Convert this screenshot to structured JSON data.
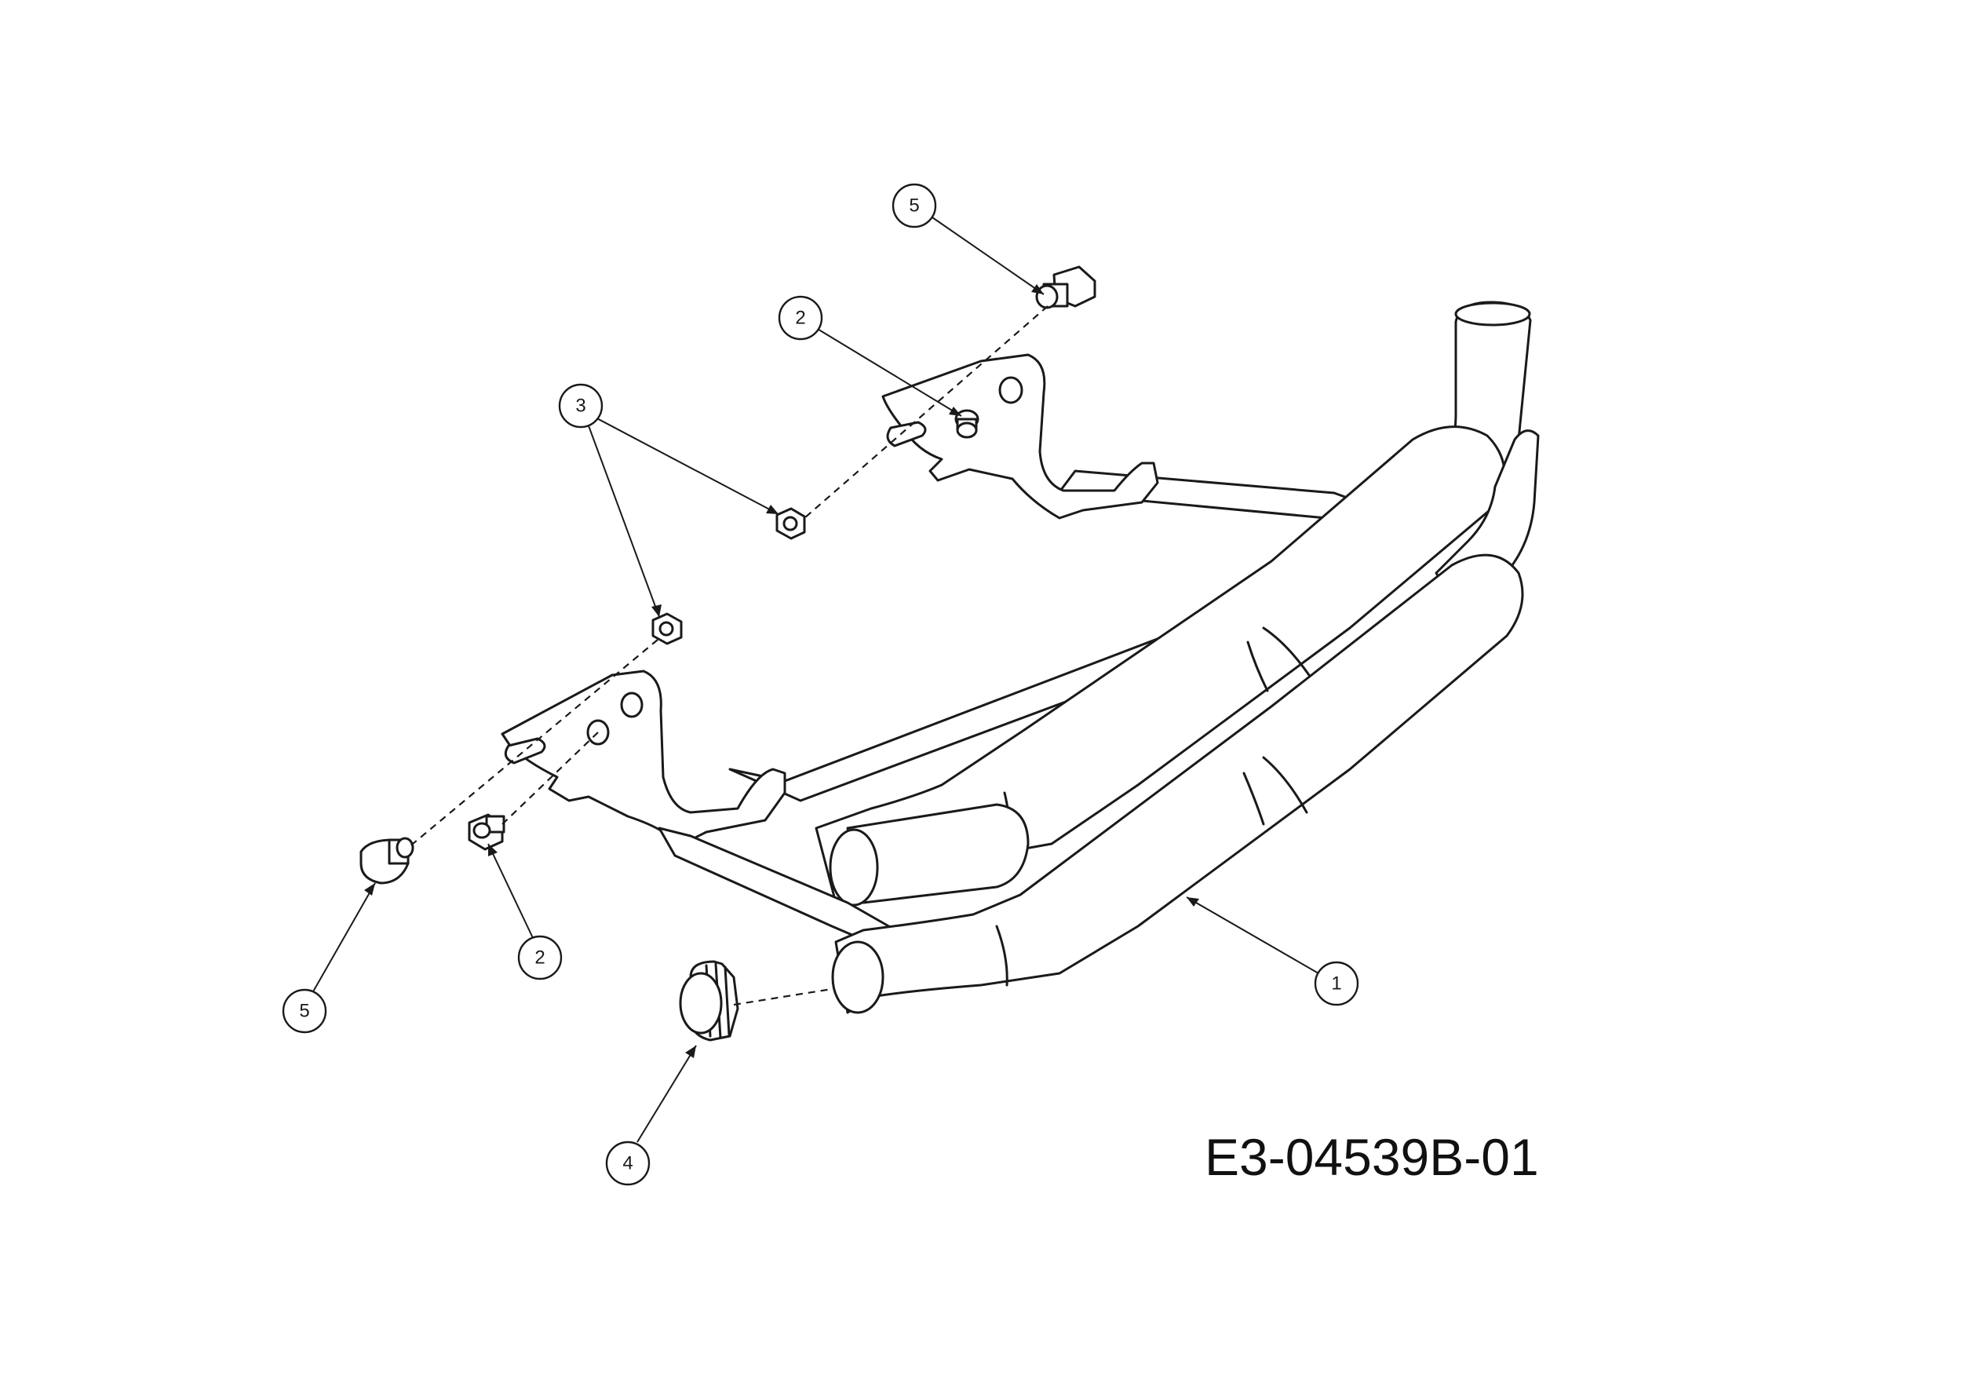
{
  "drawing": {
    "id_label": "E3-04539B-01"
  },
  "callouts": [
    {
      "key": "item-1",
      "label": "1"
    },
    {
      "key": "item-2-upper",
      "label": "2"
    },
    {
      "key": "item-2-lower",
      "label": "2"
    },
    {
      "key": "item-3",
      "label": "3"
    },
    {
      "key": "item-4",
      "label": "4"
    },
    {
      "key": "item-5-upper",
      "label": "5"
    },
    {
      "key": "item-5-lower",
      "label": "5"
    }
  ],
  "colors": {
    "line": "#1a1a1a",
    "background": "#ffffff"
  }
}
